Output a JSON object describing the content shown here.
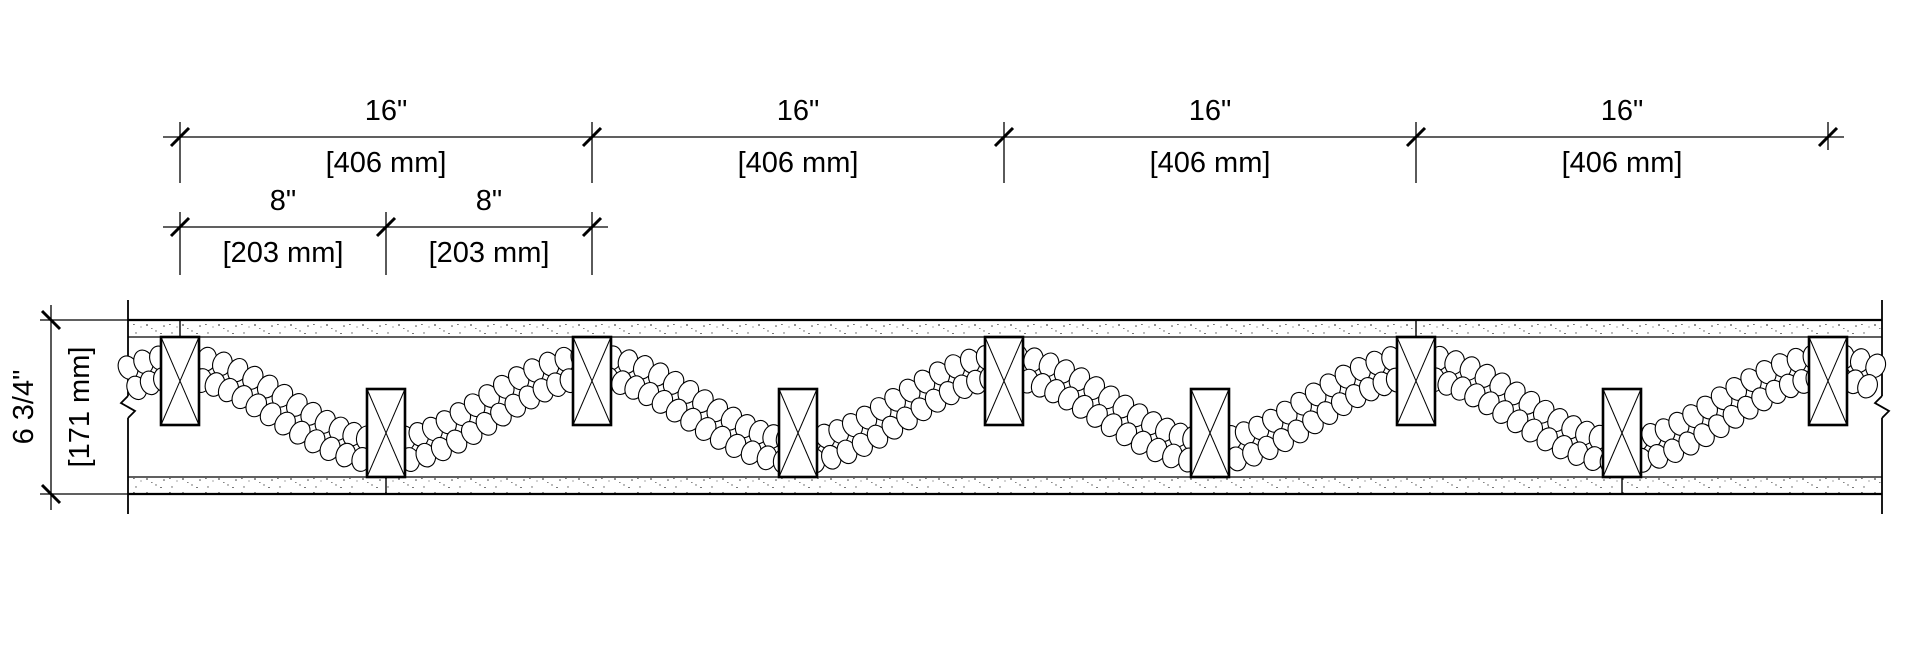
{
  "spacing_dimensions": [
    {
      "imperial": "16\"",
      "metric": "[406 mm]"
    },
    {
      "imperial": "16\"",
      "metric": "[406 mm]"
    },
    {
      "imperial": "16\"",
      "metric": "[406 mm]"
    },
    {
      "imperial": "16\"",
      "metric": "[406 mm]"
    }
  ],
  "half_dimensions": [
    {
      "imperial": "8\"",
      "metric": "[203 mm]"
    },
    {
      "imperial": "8\"",
      "metric": "[203 mm]"
    }
  ],
  "wall_thickness": {
    "imperial": "6 3/4\"",
    "metric": "[171 mm]"
  }
}
